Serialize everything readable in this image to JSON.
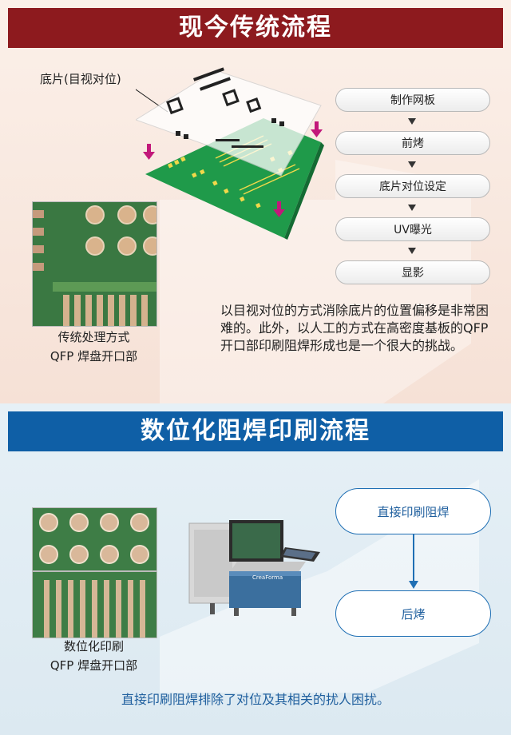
{
  "traditional": {
    "title": "现今传统流程",
    "film_label": "底片(目视对位)",
    "steps": [
      "制作网板",
      "前烤",
      "底片对位设定",
      "UV曝光",
      "显影"
    ],
    "photo_caption_line1": "传统处理方式",
    "photo_caption_line2": "QFP 焊盘开口部",
    "description": "以目视对位的方式消除底片的位置偏移是非常困难的。此外，以人工的方式在高密度基板的QFP开口部印刷阻焊形成也是一个很大的挑战。"
  },
  "digital": {
    "title": "数位化阻焊印刷流程",
    "steps": [
      "直接印刷阻焊",
      "后烤"
    ],
    "photo_caption_line1": "数位化印刷",
    "photo_caption_line2": "QFP 焊盘开口部",
    "machine_label": "CreaForma",
    "conclusion": "直接印刷阻焊排除了对位及其相关的扰人困扰。"
  },
  "colors": {
    "traditional_header": "#8d1a1e",
    "digital_header": "#0f5fa6",
    "pcb_green": "#1f9a4a",
    "arrow_magenta": "#c2187a",
    "text_blue": "#1f5f9e"
  }
}
